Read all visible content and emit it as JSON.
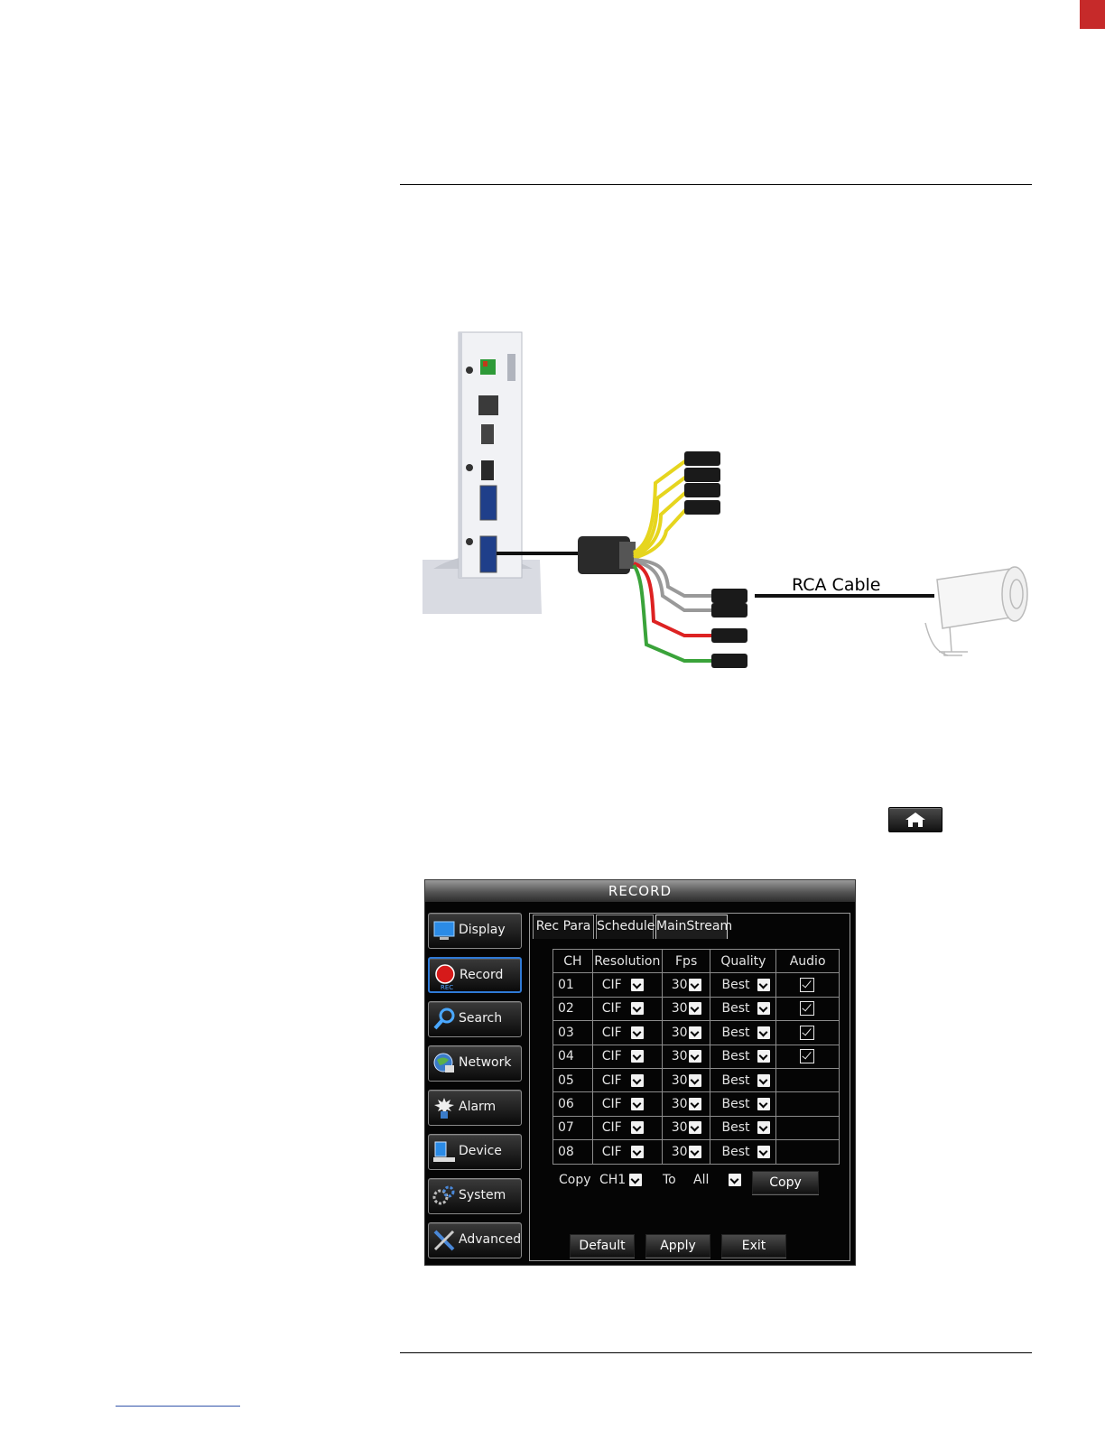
{
  "diagram": {
    "cable_label": "RCA Cable"
  },
  "home_button": {
    "icon": "home-icon"
  },
  "dvr": {
    "title": "RECORD",
    "sidebar": [
      {
        "label": "Display",
        "icon": "monitor-icon"
      },
      {
        "label": "Record",
        "icon": "record-icon",
        "sublabel": "REC",
        "active": true
      },
      {
        "label": "Search",
        "icon": "magnifier-icon"
      },
      {
        "label": "Network",
        "icon": "globe-icon"
      },
      {
        "label": "Alarm",
        "icon": "alarm-icon"
      },
      {
        "label": "Device",
        "icon": "device-icon"
      },
      {
        "label": "System",
        "icon": "gears-icon"
      },
      {
        "label": "Advanced",
        "icon": "tools-icon"
      }
    ],
    "tabs": [
      {
        "label": "Rec Para"
      },
      {
        "label": "Schedule"
      },
      {
        "label": "MainStream",
        "active": true
      }
    ],
    "table": {
      "headers": [
        "CH",
        "Resolution",
        "Fps",
        "Quality",
        "Audio"
      ],
      "rows": [
        {
          "ch": "01",
          "resolution": "CIF",
          "fps": "30",
          "quality": "Best",
          "audio": true
        },
        {
          "ch": "02",
          "resolution": "CIF",
          "fps": "30",
          "quality": "Best",
          "audio": true
        },
        {
          "ch": "03",
          "resolution": "CIF",
          "fps": "30",
          "quality": "Best",
          "audio": true
        },
        {
          "ch": "04",
          "resolution": "CIF",
          "fps": "30",
          "quality": "Best",
          "audio": true
        },
        {
          "ch": "05",
          "resolution": "CIF",
          "fps": "30",
          "quality": "Best",
          "audio": false
        },
        {
          "ch": "06",
          "resolution": "CIF",
          "fps": "30",
          "quality": "Best",
          "audio": false
        },
        {
          "ch": "07",
          "resolution": "CIF",
          "fps": "30",
          "quality": "Best",
          "audio": false
        },
        {
          "ch": "08",
          "resolution": "CIF",
          "fps": "30",
          "quality": "Best",
          "audio": false
        }
      ]
    },
    "copy_row": {
      "copy_label": "Copy",
      "from_value": "CH1",
      "to_label": "To",
      "to_value": "All",
      "copy_button": "Copy"
    },
    "buttons": {
      "default": "Default",
      "apply": "Apply",
      "exit": "Exit"
    }
  }
}
